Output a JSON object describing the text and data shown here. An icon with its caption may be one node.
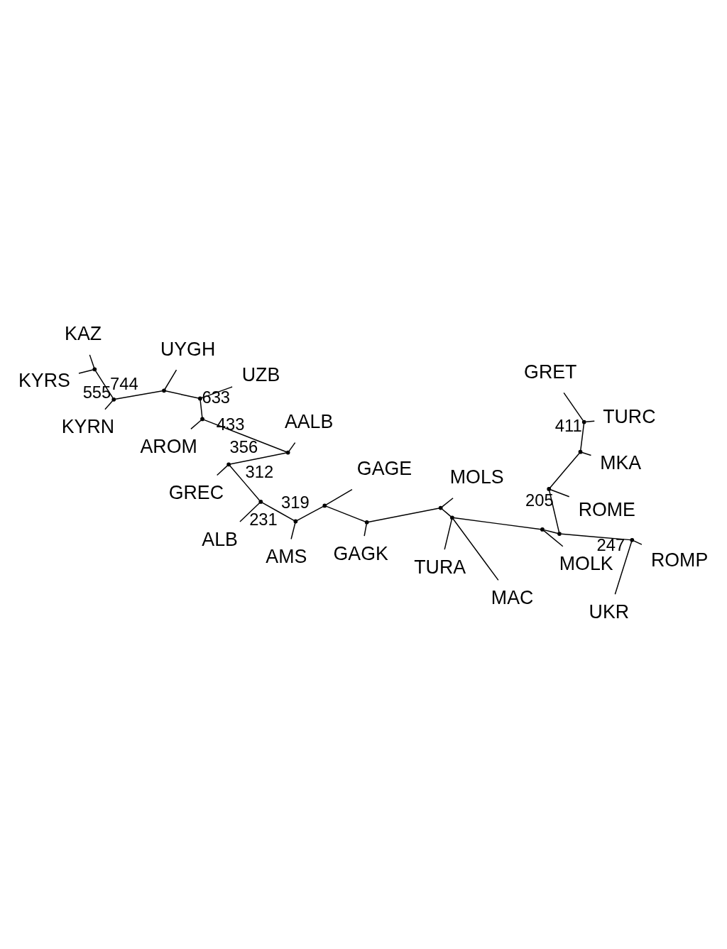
{
  "diagram": {
    "nodes": [
      {
        "text": [
          "GRET"
        ]
      },
      {
        "text": [
          "TURC"
        ]
      },
      {
        "text": [
          "MKA"
        ]
      },
      {
        "text": [
          "ROMP"
        ]
      },
      {
        "text": [
          "ROME"
        ]
      },
      {
        "text": [
          "GAGE"
        ]
      },
      {
        "text": [
          "AMS"
        ]
      },
      {
        "text": [
          "UKR"
        ]
      },
      {
        "text": [
          "ALB"
        ]
      },
      {
        "text": [
          "MOLK"
        ]
      },
      {
        "text": [
          "TURA"
        ]
      },
      {
        "text": [
          "GREC"
        ]
      },
      {
        "text": [
          "MAC"
        ]
      },
      {
        "text": [
          "MOLS"
        ]
      },
      {
        "text": [
          "AALB"
        ]
      },
      {
        "text": [
          "GAGK"
        ]
      },
      {
        "text": [
          "AROM"
        ]
      },
      {
        "text": [
          "UZB"
        ]
      },
      {
        "text": [
          "KAZ"
        ]
      },
      {
        "text": [
          "UYGH"
        ]
      },
      {
        "text": [
          "KYRS"
        ]
      },
      {
        "text": [
          "KYRN"
        ]
      },
      {
        "text": [],
        "shape": "point"
      },
      {
        "text": [],
        "shape": "point"
      },
      {
        "text": [],
        "shape": "point"
      },
      {
        "text": [],
        "shape": "point"
      },
      {
        "text": [],
        "shape": "point"
      },
      {
        "text": [],
        "shape": "point"
      },
      {
        "text": [],
        "shape": "point"
      },
      {
        "text": [],
        "shape": "point"
      },
      {
        "text": [],
        "shape": "point"
      },
      {
        "text": [],
        "shape": "point"
      },
      {
        "text": [],
        "shape": "point"
      },
      {
        "text": [],
        "shape": "point"
      },
      {
        "text": [],
        "shape": "point"
      },
      {
        "text": [],
        "shape": "point"
      },
      {
        "text": [],
        "shape": "point"
      },
      {
        "text": [],
        "shape": "point"
      },
      {
        "text": [],
        "shape": "point"
      },
      {
        "text": [],
        "shape": "point"
      },
      {
        "text": [],
        "shape": "point"
      }
    ],
    "edges": [
      {
        "from": 22,
        "to": 0,
        "arrow": "none"
      },
      {
        "from": 22,
        "to": 1,
        "arrow": "none"
      },
      {
        "from": 22,
        "to": 23,
        "arrow": "none",
        "label": "411"
      },
      {
        "from": 23,
        "to": 2,
        "arrow": "none"
      },
      {
        "from": 23,
        "to": 24,
        "arrow": "none"
      },
      {
        "from": 24,
        "to": 4,
        "arrow": "none"
      },
      {
        "from": 24,
        "to": 25,
        "arrow": "none",
        "label": "205"
      },
      {
        "from": 26,
        "to": 7,
        "arrow": "none"
      },
      {
        "from": 26,
        "to": 3,
        "arrow": "none"
      },
      {
        "from": 26,
        "to": 25,
        "arrow": "none",
        "label": "247"
      },
      {
        "from": 25,
        "to": 27,
        "arrow": "none"
      },
      {
        "from": 27,
        "to": 9,
        "arrow": "none"
      },
      {
        "from": 27,
        "to": 28,
        "arrow": "none"
      },
      {
        "from": 28,
        "to": 10,
        "arrow": "none"
      },
      {
        "from": 28,
        "to": 12,
        "arrow": "none"
      },
      {
        "from": 28,
        "to": 29,
        "arrow": "none"
      },
      {
        "from": 29,
        "to": 13,
        "arrow": "none"
      },
      {
        "from": 29,
        "to": 30,
        "arrow": "none"
      },
      {
        "from": 30,
        "to": 15,
        "arrow": "none"
      },
      {
        "from": 30,
        "to": 31,
        "arrow": "none"
      },
      {
        "from": 31,
        "to": 5,
        "arrow": "none"
      },
      {
        "from": 31,
        "to": 32,
        "arrow": "none",
        "label": "319"
      },
      {
        "from": 32,
        "to": 6,
        "arrow": "none"
      },
      {
        "from": 32,
        "to": 33,
        "arrow": "none",
        "label": "231"
      },
      {
        "from": 33,
        "to": 8,
        "arrow": "none"
      },
      {
        "from": 33,
        "to": 34,
        "arrow": "none",
        "label": "312"
      },
      {
        "from": 34,
        "to": 11,
        "arrow": "none"
      },
      {
        "from": 34,
        "to": 35,
        "arrow": "none",
        "label": "356"
      },
      {
        "from": 35,
        "to": 14,
        "arrow": "none"
      },
      {
        "from": 35,
        "to": 36,
        "arrow": "none",
        "label": "433"
      },
      {
        "from": 36,
        "to": 16,
        "arrow": "none"
      },
      {
        "from": 36,
        "to": 37,
        "arrow": "none",
        "label": "633"
      },
      {
        "from": 37,
        "to": 17,
        "arrow": "none"
      },
      {
        "from": 37,
        "to": 38,
        "arrow": "none"
      },
      {
        "from": 38,
        "to": 19,
        "arrow": "none"
      },
      {
        "from": 38,
        "to": 39,
        "arrow": "none",
        "label": "744"
      },
      {
        "from": 39,
        "to": 21,
        "arrow": "none"
      },
      {
        "from": 39,
        "to": 40,
        "arrow": "none",
        "label": "555"
      },
      {
        "from": 40,
        "to": 18,
        "arrow": "none"
      },
      {
        "from": 40,
        "to": 20,
        "arrow": "none"
      }
    ]
  }
}
